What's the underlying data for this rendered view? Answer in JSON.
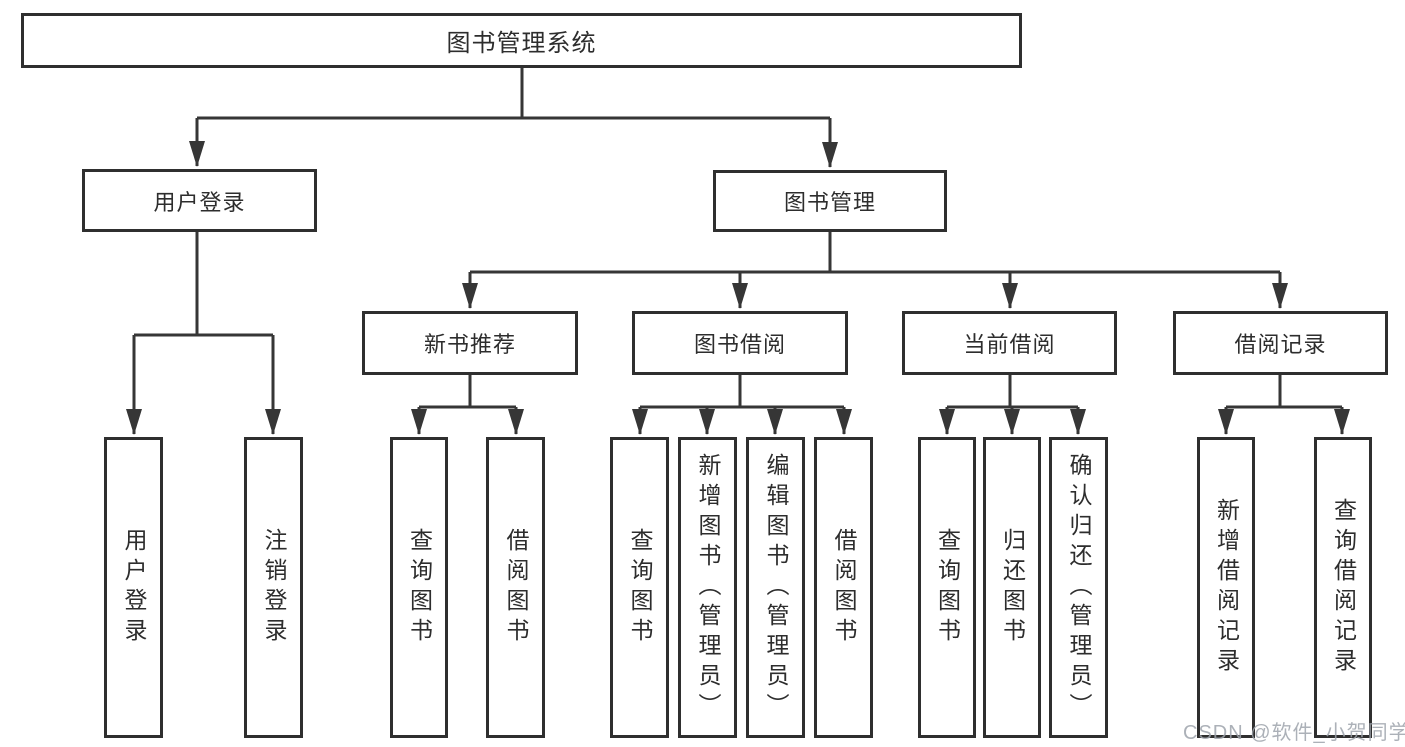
{
  "diagram": {
    "title": "图书管理系统",
    "nodes": {
      "root": "图书管理系统",
      "user_login": "用户登录",
      "book_mgmt": "图书管理",
      "new_books": "新书推荐",
      "book_borrow": "图书借阅",
      "current_borrow": "当前借阅",
      "borrow_records": "借阅记录"
    },
    "leaves": {
      "user_login": [
        "用户登录",
        "注销登录"
      ],
      "new_books": [
        "查询图书",
        "借阅图书"
      ],
      "book_borrow": [
        "查询图书",
        "新增图书（管理员）",
        "编辑图书（管理员）",
        "借阅图书"
      ],
      "current_borrow": [
        "查询图书",
        "归还图书",
        "确认归还（管理员）"
      ],
      "borrow_records": [
        "新增借阅记录",
        "查询借阅记录"
      ]
    }
  },
  "watermark": "CSDN @软件_小贺同学",
  "colors": {
    "line": "#363636",
    "border": "#2f2f2f",
    "text": "#2d2d2d",
    "watermark": "#9ea3ac",
    "background": "#ffffff"
  }
}
